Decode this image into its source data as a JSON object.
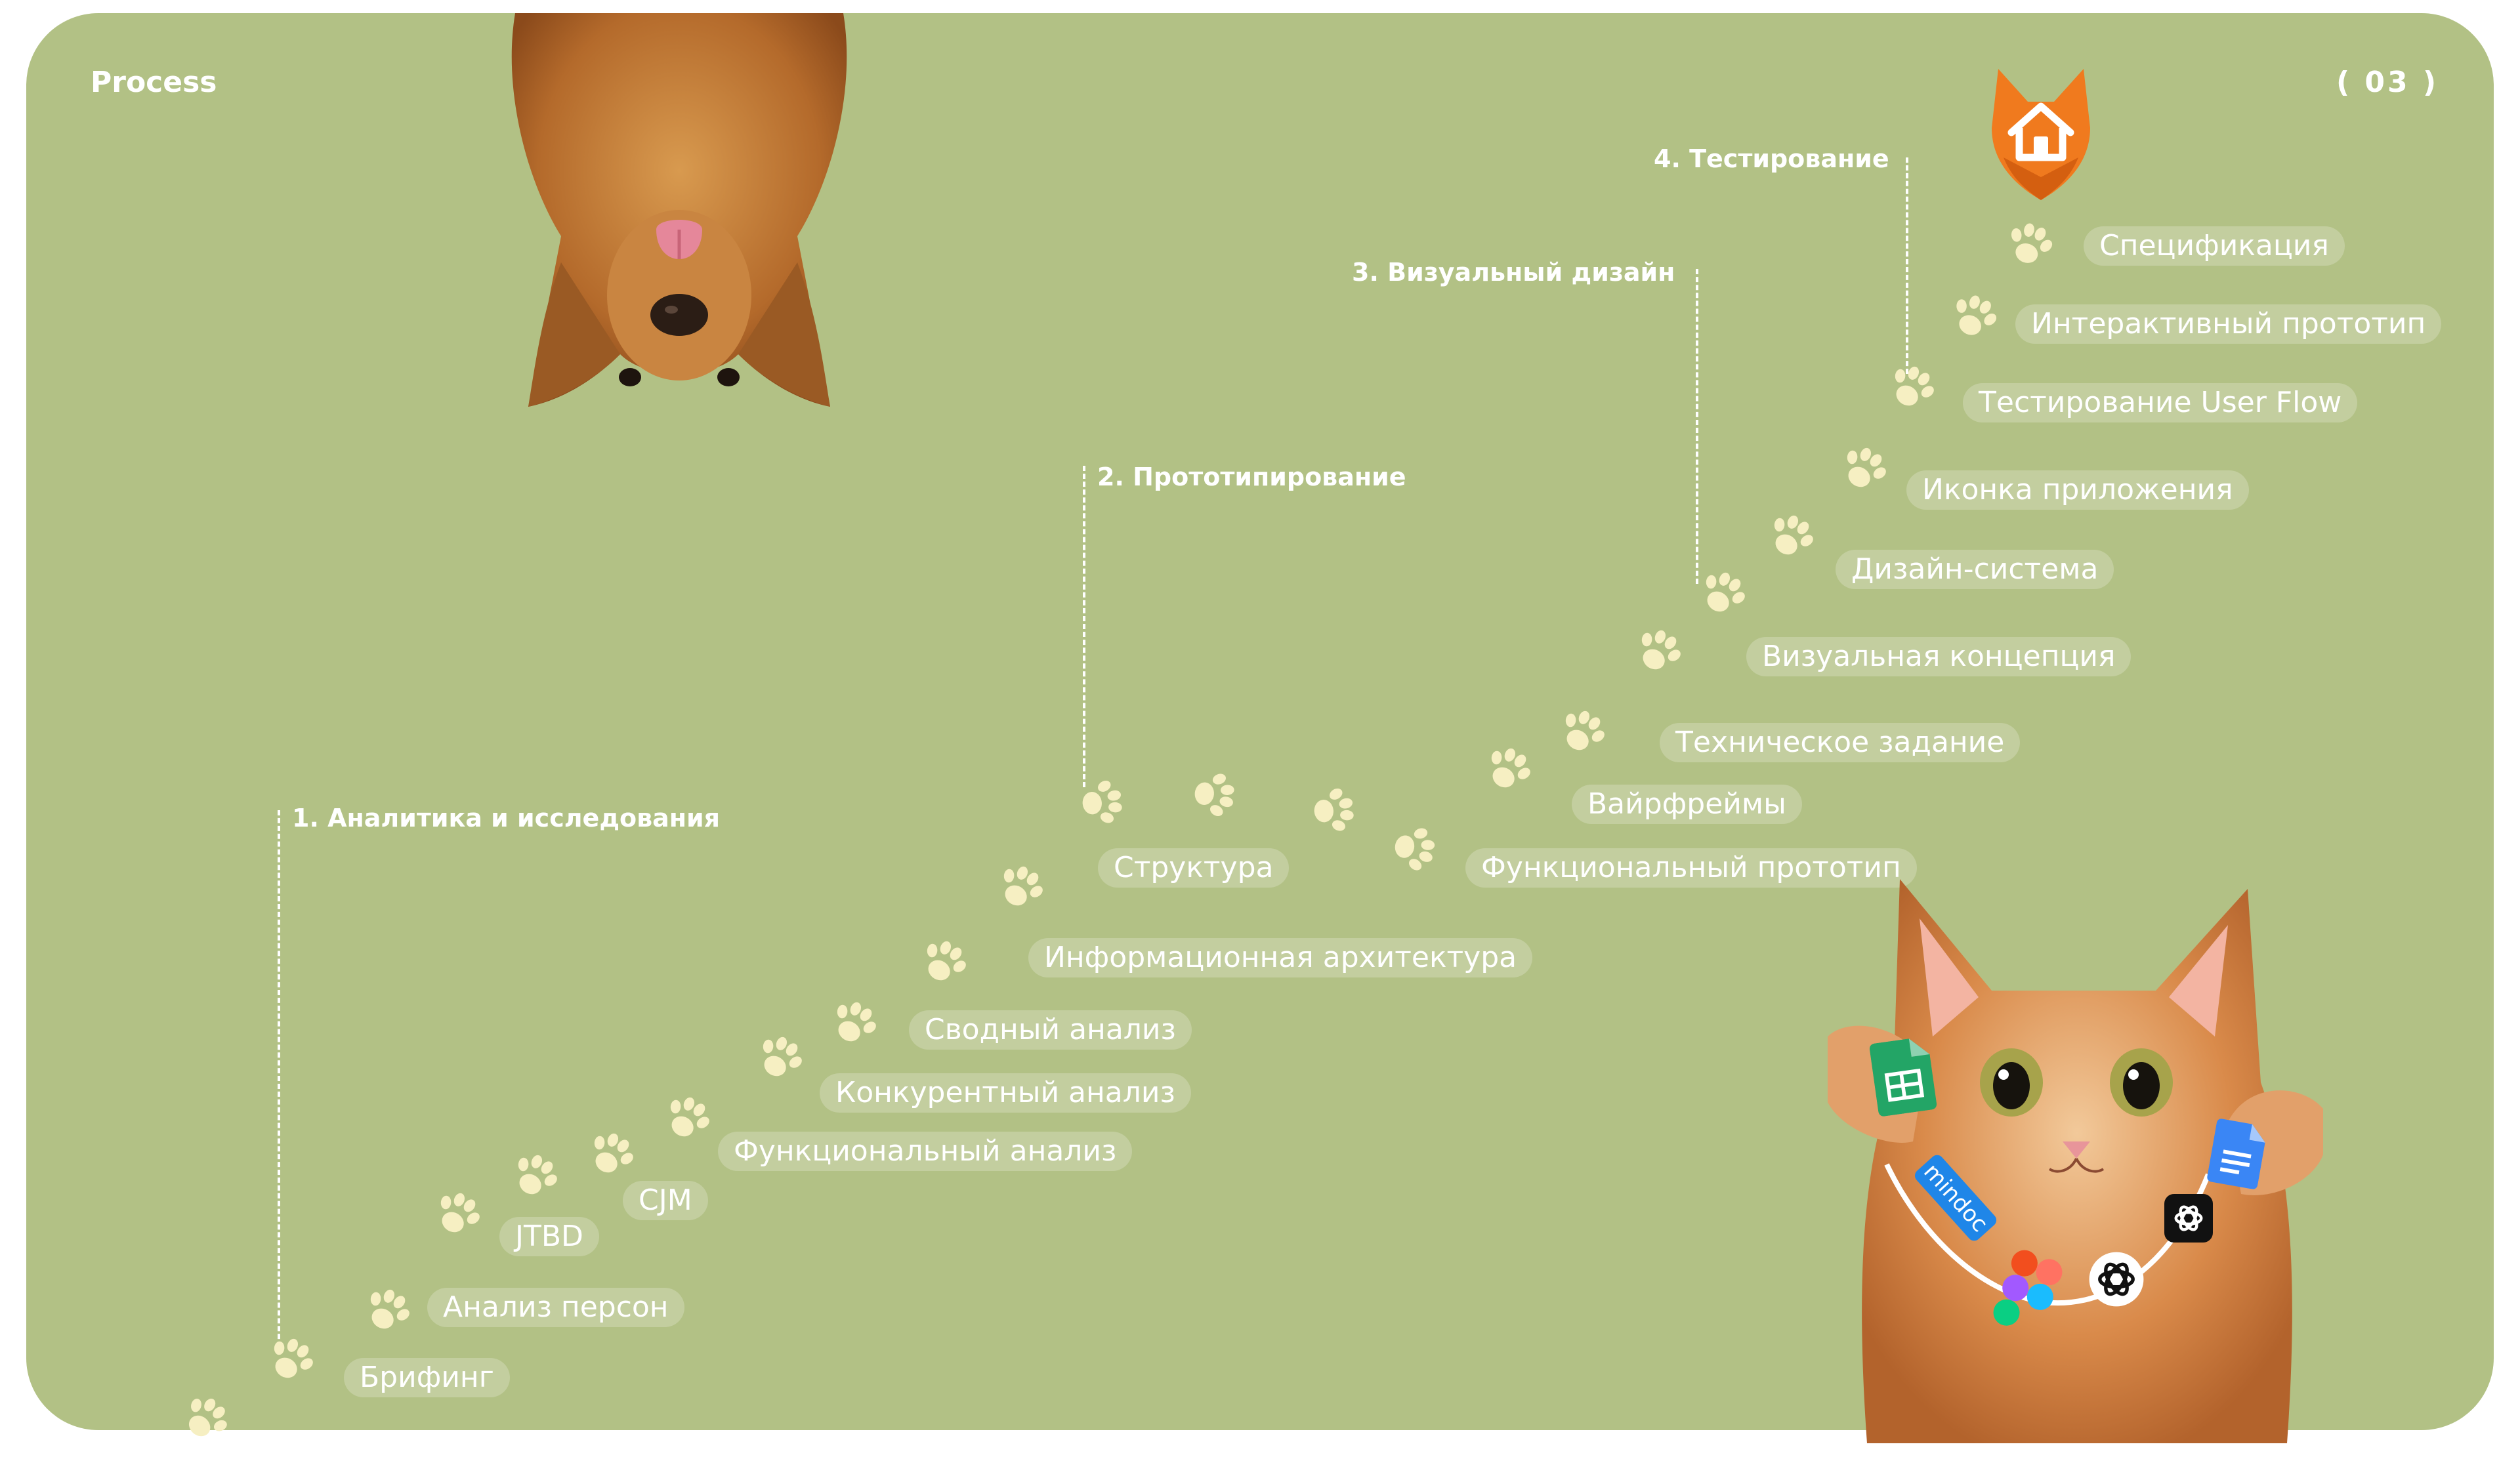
{
  "header": {
    "title": "Process",
    "page_number": "( 03 )"
  },
  "stages": [
    {
      "label": "1. Аналитика и исследования"
    },
    {
      "label": "2. Прототипирование"
    },
    {
      "label": "3. Визуальный дизайн"
    },
    {
      "label": "4. Тестирование"
    }
  ],
  "steps": [
    "Брифинг",
    "Анализ персон",
    "JTBD",
    "CJM",
    "Функциональный анализ",
    "Конкурентный анализ",
    "Сводный анализ",
    "Информационная архитектура",
    "Структура",
    "Функциональный прототип",
    "Вайрфреймы",
    "Техническое задание",
    "Визуальная концепция",
    "Дизайн-система",
    "Иконка приложения",
    "Тестирование User Flow",
    "Интерактивный прототип",
    "Спецификация"
  ],
  "tool_badges": {
    "mindoc_text": "mindoc"
  },
  "icons": [
    "dog-photo",
    "cat-photo",
    "fox-house-icon",
    "paw-icon",
    "google-sheets-icon",
    "google-docs-icon",
    "figma-icon",
    "chatgpt-icon"
  ],
  "colors": {
    "background": "#b2c185",
    "paw": "#f6efc2",
    "text": "#ffffff",
    "fox": "#f07a1e"
  }
}
